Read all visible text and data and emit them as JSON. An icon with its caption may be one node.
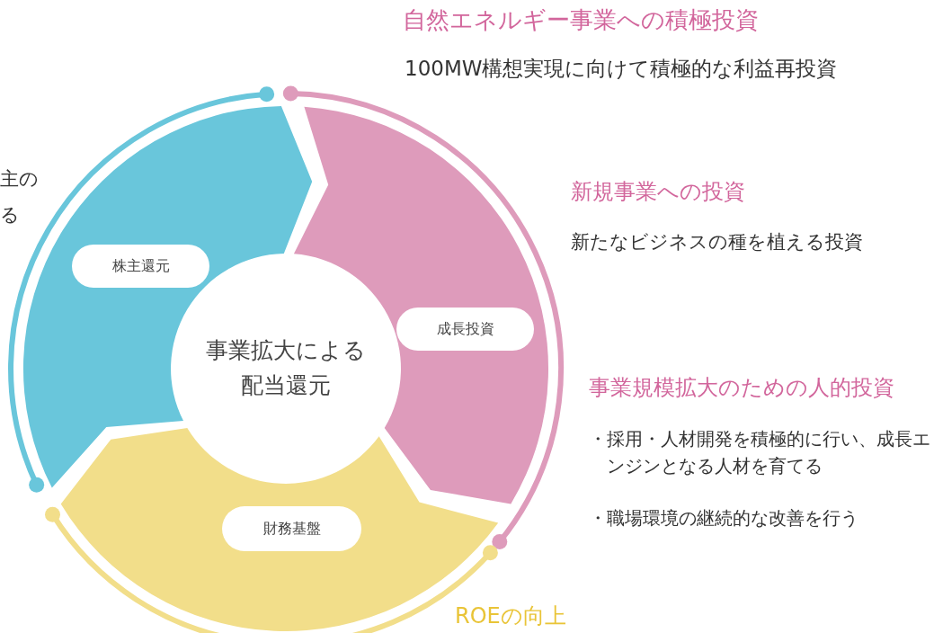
{
  "diagram": {
    "nodes": [
      {
        "text": [
          "事業拡大による配当還元"
        ]
      },
      {
        "text": [
          "株主還元"
        ]
      },
      {
        "text": [
          "成長投資"
        ]
      },
      {
        "text": [
          "財務基盤"
        ]
      }
    ],
    "labels": [
      "自然エネルギー事業への積極投資",
      "100MW構想実現に向けて積極的な利益再投資",
      "主の",
      "る",
      "新規事業への投資",
      "新たなビジネスの種を植える投資",
      "事業規模拡大のための人的投資",
      "・採用・人材開発を積極的に行い、成長エンジンとなる人材を育てる",
      "・職場環境の継続的な改善を行う",
      "ROEの向上"
    ]
  }
}
